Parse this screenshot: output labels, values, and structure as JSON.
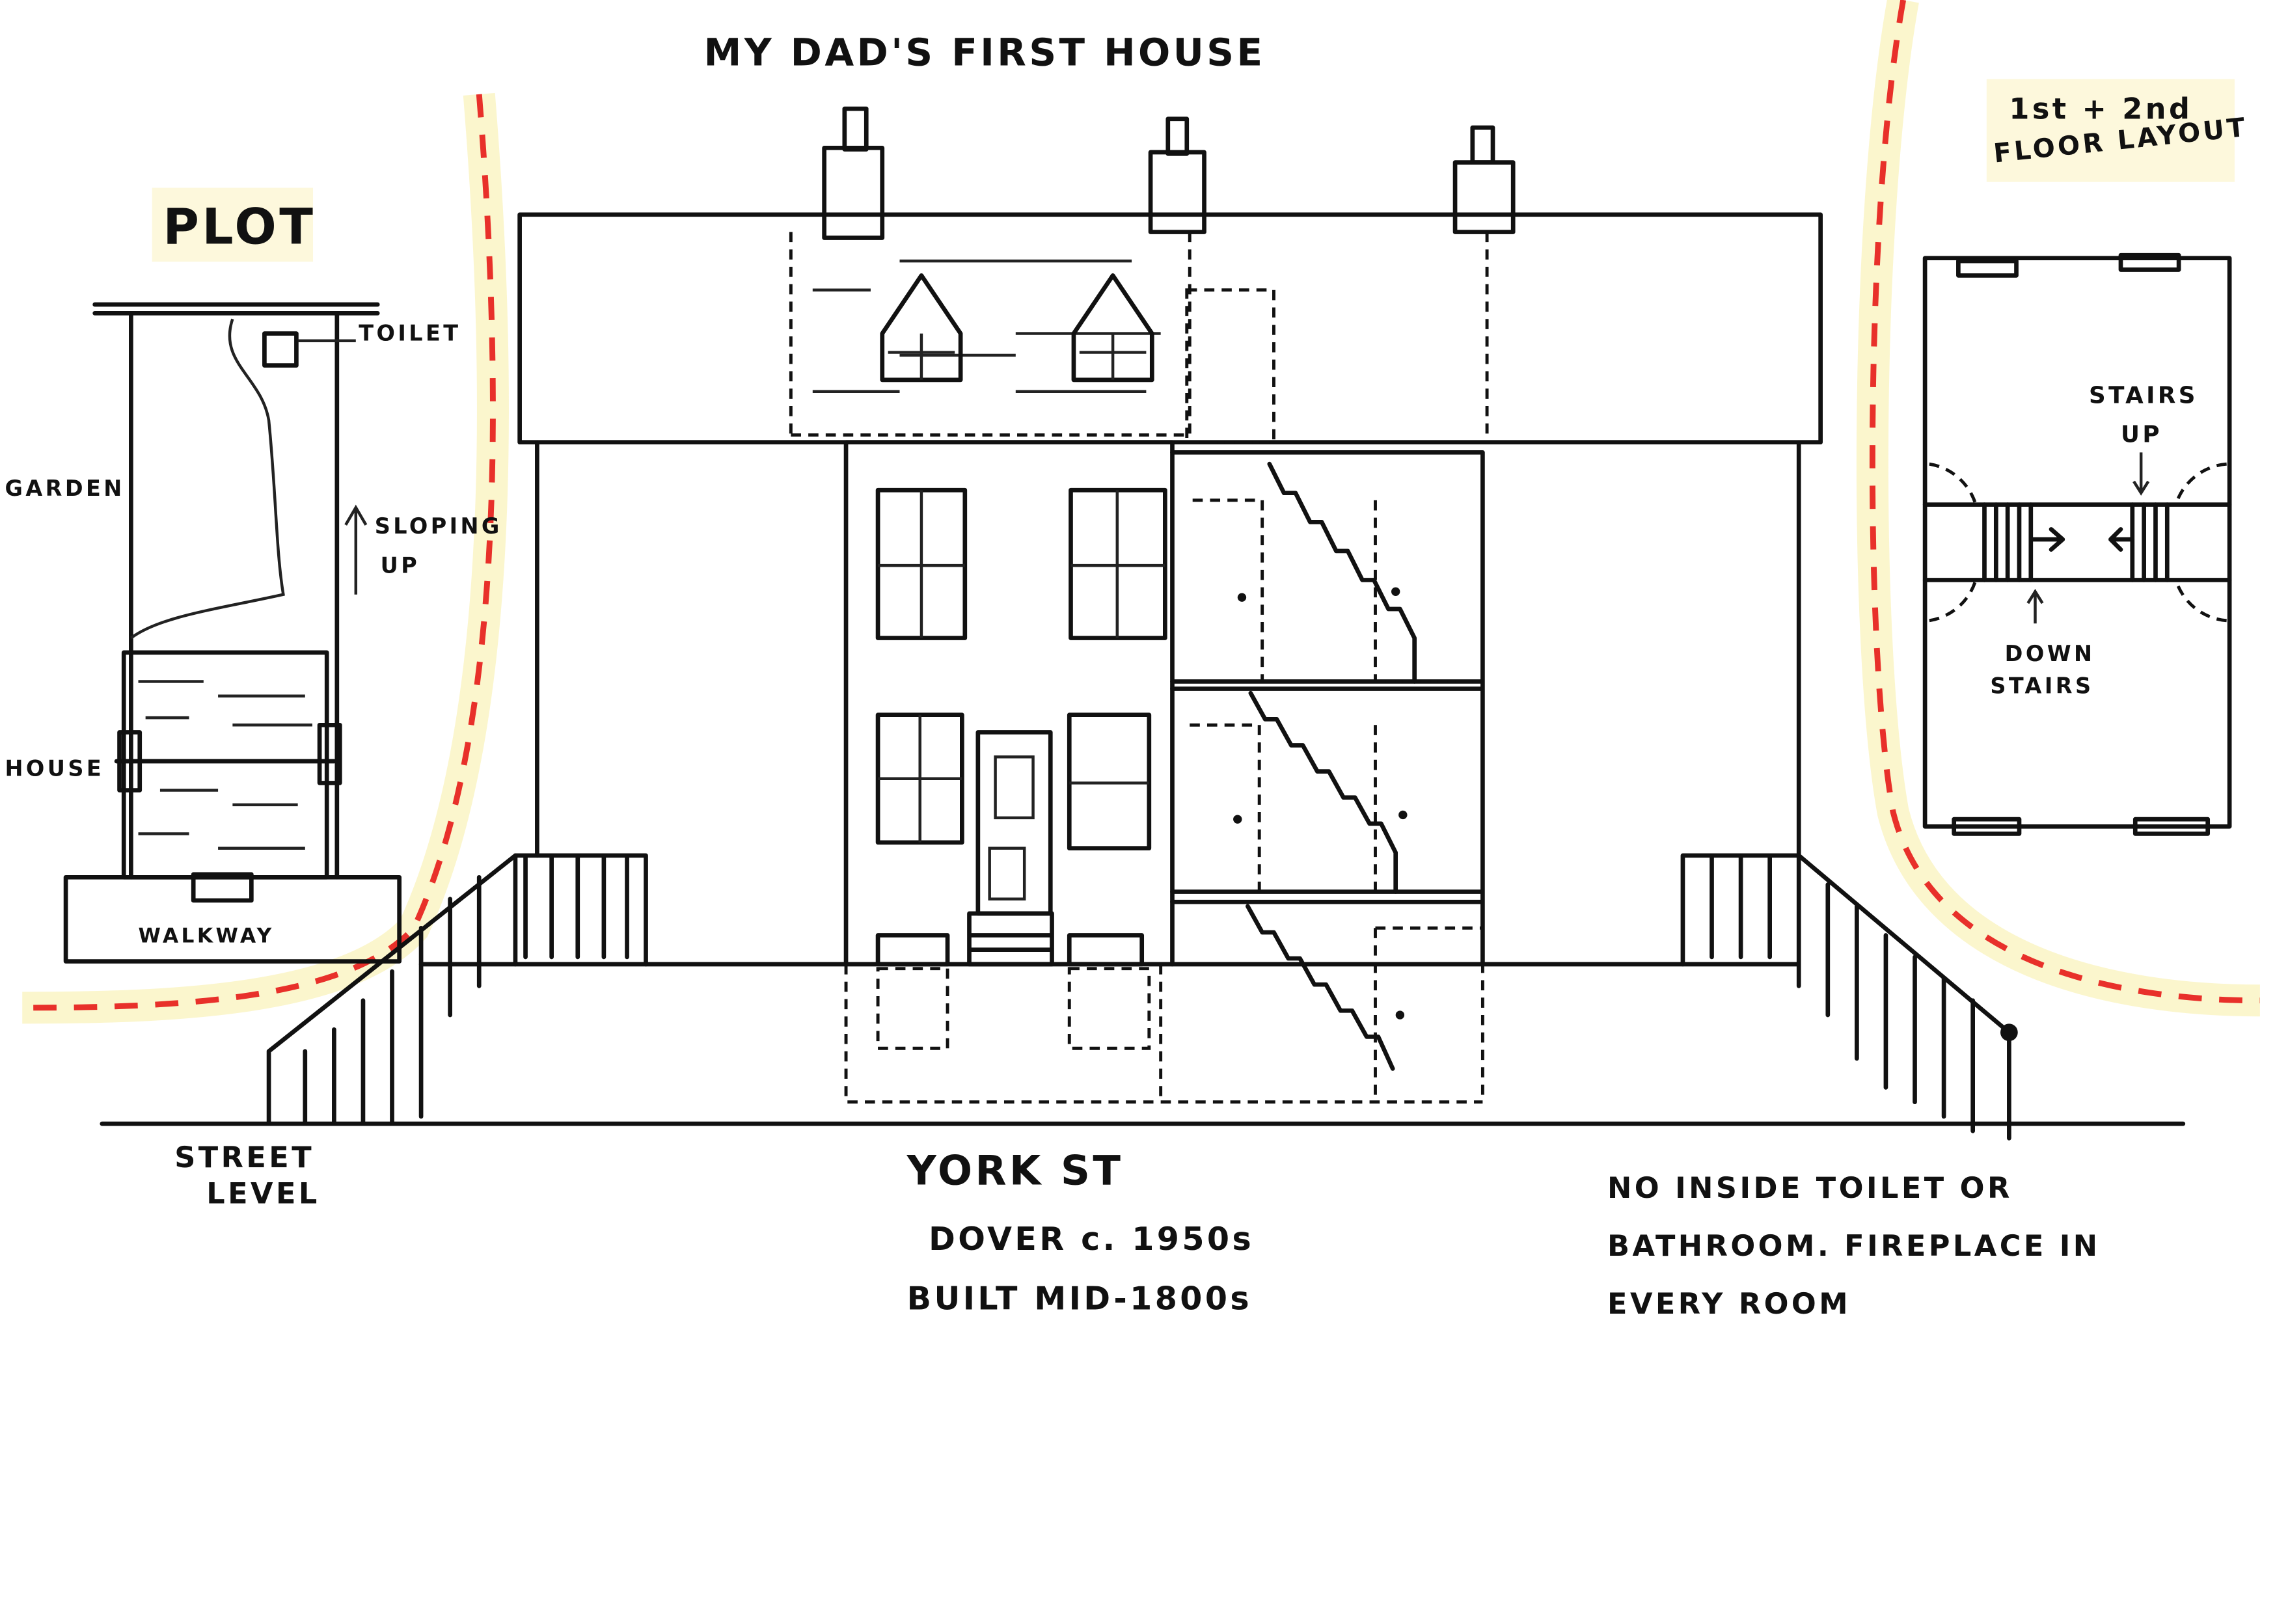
{
  "title": "MY DAD'S FIRST HOUSE",
  "plot": {
    "heading": "PLOT",
    "labels": {
      "toilet": "TOILET",
      "garden": "GARDEN",
      "sloping_1": "SLOPING",
      "sloping_2": "UP",
      "house": "HOUSE",
      "walkway": "WALKWAY"
    }
  },
  "street_level": [
    "STREET",
    "LEVEL"
  ],
  "caption": [
    "YORK ST",
    "DOVER c. 1950s",
    "BUILT MID-1800s"
  ],
  "notes": [
    "NO INSIDE TOILET OR",
    "BATHROOM. FIREPLACE IN",
    "EVERY ROOM"
  ],
  "floor_layout": {
    "heading": [
      "1st + 2nd",
      "FLOOR LAYOUT"
    ],
    "stairs_up": [
      "STAIRS",
      "UP"
    ],
    "down_stairs": [
      "DOWN",
      "STAIRS"
    ]
  },
  "colors": {
    "ink": "#111111",
    "boundary": "#e8302a",
    "highlight": "#fbf5c8"
  }
}
